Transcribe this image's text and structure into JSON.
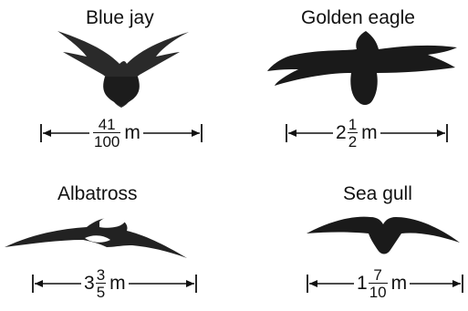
{
  "birds": [
    {
      "name": "Blue jay",
      "length": {
        "whole": "",
        "numerator": "41",
        "denominator": "100",
        "unit": "m"
      }
    },
    {
      "name": "Golden eagle",
      "length": {
        "whole": "2",
        "numerator": "1",
        "denominator": "2",
        "unit": "m"
      }
    },
    {
      "name": "Albatross",
      "length": {
        "whole": "3",
        "numerator": "3",
        "denominator": "5",
        "unit": "m"
      }
    },
    {
      "name": "Sea gull",
      "length": {
        "whole": "1",
        "numerator": "7",
        "denominator": "10",
        "unit": "m"
      }
    }
  ],
  "colors": {
    "ink": "#111111",
    "background": "#ffffff"
  }
}
